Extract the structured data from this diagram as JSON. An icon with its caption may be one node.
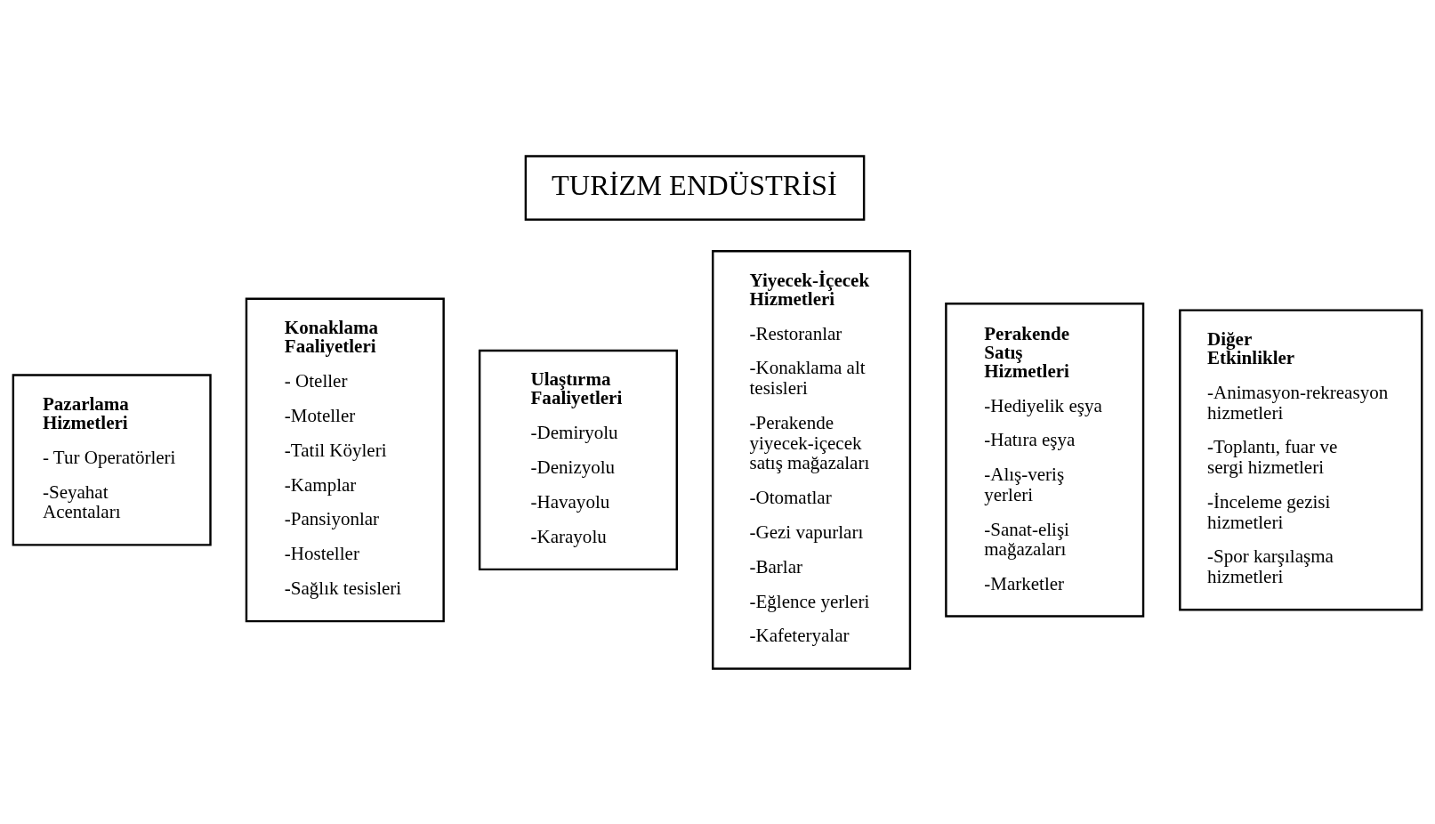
{
  "diagram": {
    "nodes": [
      {
        "text": [
          "TURİZM ENDÜSTRİSİ"
        ]
      },
      {
        "text": [
          "Pazarlama Hizmetleri",
          "- Tur Operatörleri",
          "-Seyahat Acentaları"
        ]
      },
      {
        "text": [
          "Konaklama Faaliyetleri",
          "- Oteller",
          "-Moteller",
          "-Tatil Köyleri",
          "-Kamplar",
          "-Pansiyonlar",
          "-Hosteller",
          "-Sağlık tesisleri"
        ]
      },
      {
        "text": [
          "Ulaştırma Faaliyetleri",
          "-Demiryolu",
          "-Denizyolu",
          "-Havayolu",
          "-Karayolu"
        ]
      },
      {
        "text": [
          "Yiyecek-İçecek Hizmetleri",
          "-Restoranlar",
          "-Konaklama alt tesisleri",
          "-Perakende yiyecek-içecek satış mağazaları",
          "-Otomatlar",
          "-Gezi vapurları",
          "-Barlar",
          "-Eğlence yerleri",
          "-Kafeteryalar"
        ]
      },
      {
        "text": [
          "Perakende Satış Hizmetleri",
          "-Hediyelik eşya",
          "-Hatıra eşya",
          "-Alış-veriş yerleri",
          "-Sanat-elişi mağazaları",
          "-Marketler"
        ]
      },
      {
        "text": [
          "Diğer Etkinlikler",
          "-Animasyon-rekreasyon hizmetleri",
          "-Toplantı, fuar ve sergi hizmetleri",
          "-İnceleme gezisi hizmetleri",
          "-Spor karşılaşma hizmetleri"
        ]
      }
    ]
  }
}
